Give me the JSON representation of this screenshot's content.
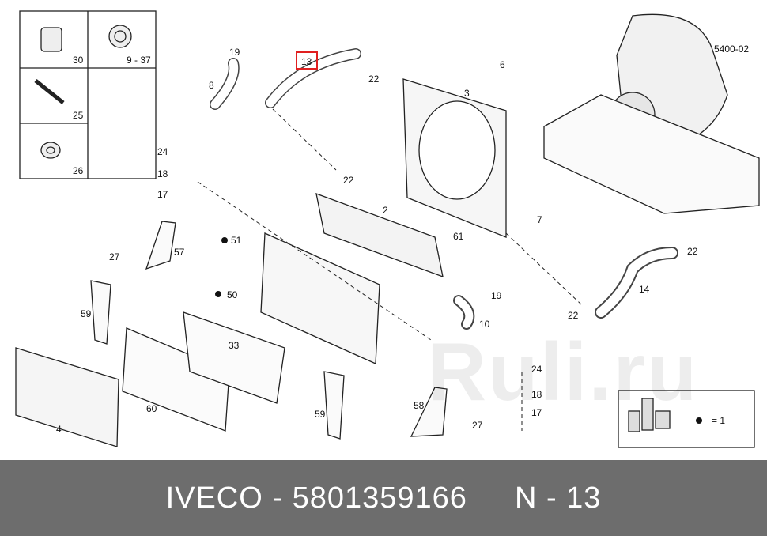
{
  "diagram_code": "5400-02",
  "watermark_text": "Ruli.ru",
  "footer": {
    "brand": "IVECO",
    "separator": "-",
    "part_number": "5801359166",
    "ref": "N - 13"
  },
  "highlight_color": "#e02020",
  "legend": {
    "equals": "= 1"
  },
  "kit_box": [
    "30",
    "9 - 37",
    "25",
    "26"
  ],
  "callouts": [
    "19",
    "8",
    "13",
    "22",
    "6",
    "3",
    "22",
    "24",
    "18",
    "17",
    "2",
    "7",
    "61",
    "51",
    "27",
    "57",
    "50",
    "59",
    "33",
    "60",
    "4",
    "59",
    "19",
    "10",
    "22",
    "22",
    "14",
    "24",
    "18",
    "17",
    "58",
    "27"
  ]
}
